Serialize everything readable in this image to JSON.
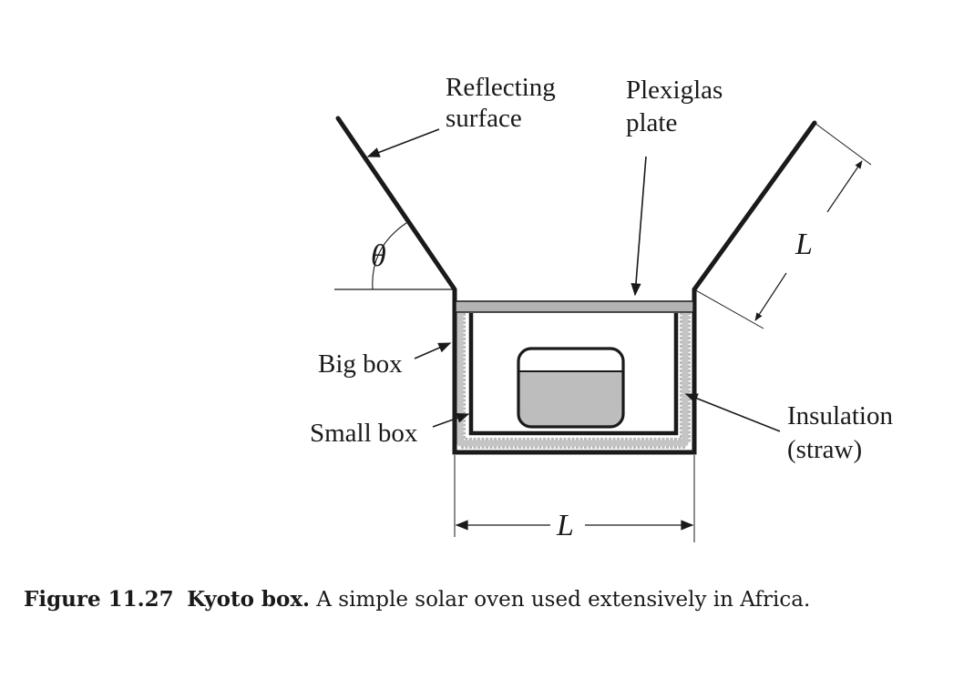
{
  "labels": {
    "reflecting_line1": "Reflecting",
    "reflecting_line2": "surface",
    "plexiglas_line1": "Plexiglas",
    "plexiglas_line2": "plate",
    "theta": "θ",
    "length_right": "L",
    "length_bottom": "L",
    "big_box": "Big box",
    "small_box": "Small box",
    "insulation_line1": "Insulation",
    "insulation_line2": "(straw)"
  },
  "caption": {
    "figure_number": "Figure 11.27",
    "title": "Kyoto box.",
    "text": "A simple solar oven used extensively in Africa."
  },
  "colors": {
    "ink": "#1a1a1a",
    "insulation": "#b8b8b8",
    "plexiglas": "#b3b3b3",
    "water": "#bdbdbd"
  }
}
